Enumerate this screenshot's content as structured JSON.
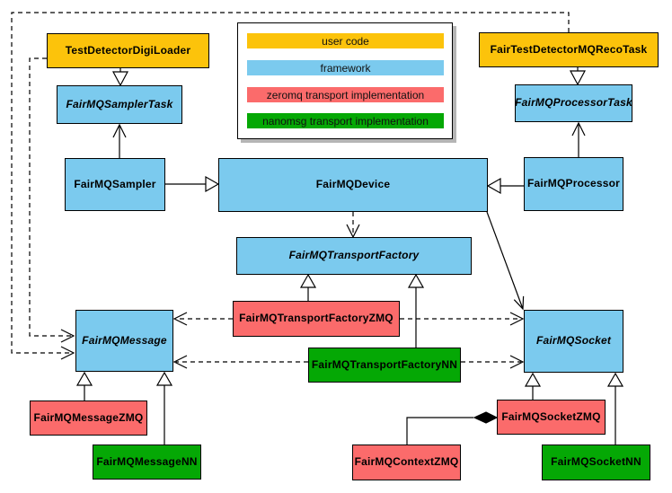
{
  "diagram": {
    "type": "uml-class-diagram",
    "legend": {
      "items": [
        {
          "label": "user code",
          "color": "#FCC30B"
        },
        {
          "label": "framework",
          "color": "#7BCAEE"
        },
        {
          "label": "zeromq transport implementation",
          "color": "#FB6B6B"
        },
        {
          "label": "nanomsg transport implementation",
          "color": "#05A805"
        }
      ]
    },
    "nodes": {
      "test_detector_digi_loader": {
        "label": "TestDetectorDigiLoader",
        "category": "user code",
        "abstract": false
      },
      "fair_test_detector_mq_reco_task": {
        "label": "FairTestDetectorMQRecoTask",
        "category": "user code",
        "abstract": false
      },
      "fairmq_sampler_task": {
        "label": "FairMQSamplerTask",
        "category": "framework",
        "abstract": true
      },
      "fairmq_processor_task": {
        "label": "FairMQProcessorTask",
        "category": "framework",
        "abstract": true
      },
      "fairmq_sampler": {
        "label": "FairMQSampler",
        "category": "framework",
        "abstract": false
      },
      "fairmq_device": {
        "label": "FairMQDevice",
        "category": "framework",
        "abstract": false
      },
      "fairmq_processor": {
        "label": "FairMQProcessor",
        "category": "framework",
        "abstract": false
      },
      "fairmq_transport_factory": {
        "label": "FairMQTransportFactory",
        "category": "framework",
        "abstract": true
      },
      "fairmq_transport_factory_zmq": {
        "label": "FairMQTransportFactoryZMQ",
        "category": "zeromq transport implementation",
        "abstract": false
      },
      "fairmq_transport_factory_nn": {
        "label": "FairMQTransportFactoryNN",
        "category": "nanomsg transport implementation",
        "abstract": false
      },
      "fairmq_message": {
        "label": "FairMQMessage",
        "category": "framework",
        "abstract": true
      },
      "fairmq_socket": {
        "label": "FairMQSocket",
        "category": "framework",
        "abstract": true
      },
      "fairmq_message_zmq": {
        "label": "FairMQMessageZMQ",
        "category": "zeromq transport implementation",
        "abstract": false
      },
      "fairmq_message_nn": {
        "label": "FairMQMessageNN",
        "category": "nanomsg transport implementation",
        "abstract": false
      },
      "fairmq_socket_zmq": {
        "label": "FairMQSocketZMQ",
        "category": "zeromq transport implementation",
        "abstract": false
      },
      "fairmq_socket_nn": {
        "label": "FairMQSocketNN",
        "category": "nanomsg transport implementation",
        "abstract": false
      },
      "fairmq_context_zmq": {
        "label": "FairMQContextZMQ",
        "category": "zeromq transport implementation",
        "abstract": false
      }
    },
    "edges": [
      {
        "from": "TestDetectorDigiLoader",
        "to": "FairMQSamplerTask",
        "type": "inheritance",
        "line": "solid"
      },
      {
        "from": "FairTestDetectorMQRecoTask",
        "to": "FairMQProcessorTask",
        "type": "inheritance",
        "line": "solid"
      },
      {
        "from": "FairMQSampler",
        "to": "FairMQDevice",
        "type": "inheritance",
        "line": "solid"
      },
      {
        "from": "FairMQProcessor",
        "to": "FairMQDevice",
        "type": "inheritance",
        "line": "solid"
      },
      {
        "from": "FairMQSampler",
        "to": "FairMQSamplerTask",
        "type": "association",
        "line": "solid"
      },
      {
        "from": "FairMQProcessor",
        "to": "FairMQProcessorTask",
        "type": "association",
        "line": "solid"
      },
      {
        "from": "FairMQDevice",
        "to": "FairMQTransportFactory",
        "type": "dependency",
        "line": "dashed"
      },
      {
        "from": "FairMQDevice",
        "to": "FairMQSocket",
        "type": "association",
        "line": "solid"
      },
      {
        "from": "FairMQTransportFactoryZMQ",
        "to": "FairMQTransportFactory",
        "type": "inheritance",
        "line": "solid"
      },
      {
        "from": "FairMQTransportFactoryNN",
        "to": "FairMQTransportFactory",
        "type": "inheritance",
        "line": "solid"
      },
      {
        "from": "FairMQTransportFactoryZMQ",
        "to": "FairMQMessage",
        "type": "dependency",
        "line": "dashed"
      },
      {
        "from": "FairMQTransportFactoryZMQ",
        "to": "FairMQSocket",
        "type": "dependency",
        "line": "dashed"
      },
      {
        "from": "FairMQTransportFactoryNN",
        "to": "FairMQMessage",
        "type": "dependency",
        "line": "dashed"
      },
      {
        "from": "FairMQTransportFactoryNN",
        "to": "FairMQSocket",
        "type": "dependency",
        "line": "dashed"
      },
      {
        "from": "TestDetectorDigiLoader",
        "to": "FairMQMessage",
        "type": "dependency",
        "line": "dashed"
      },
      {
        "from": "FairTestDetectorMQRecoTask",
        "to": "FairMQMessage",
        "type": "dependency",
        "line": "dashed"
      },
      {
        "from": "FairMQMessageZMQ",
        "to": "FairMQMessage",
        "type": "inheritance",
        "line": "solid"
      },
      {
        "from": "FairMQMessageNN",
        "to": "FairMQMessage",
        "type": "inheritance",
        "line": "solid"
      },
      {
        "from": "FairMQSocketZMQ",
        "to": "FairMQSocket",
        "type": "inheritance",
        "line": "solid"
      },
      {
        "from": "FairMQSocketNN",
        "to": "FairMQSocket",
        "type": "inheritance",
        "line": "solid"
      },
      {
        "from": "FairMQContextZMQ",
        "to": "FairMQSocketZMQ",
        "type": "composition",
        "line": "solid"
      }
    ]
  }
}
